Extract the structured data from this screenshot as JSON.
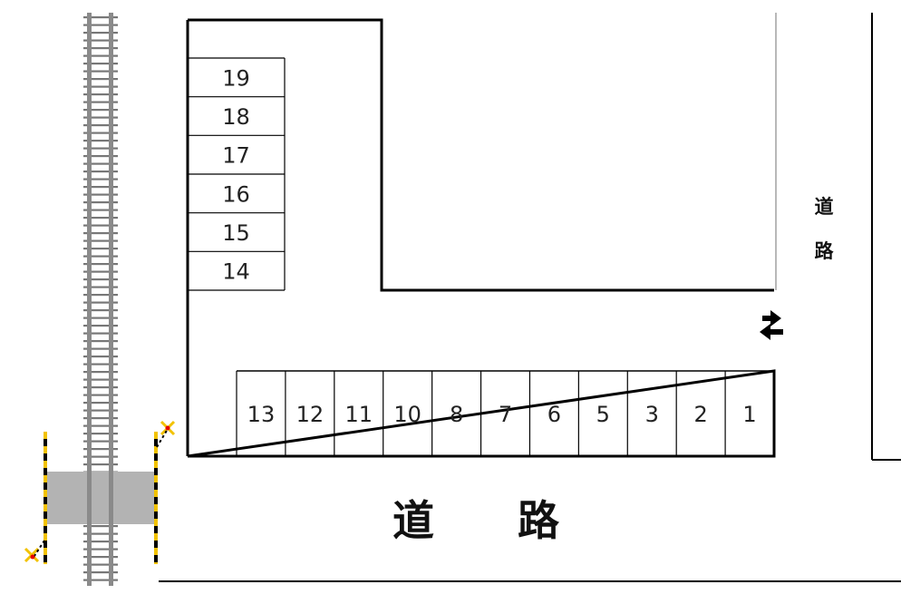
{
  "road_label_bottom": "道　　路",
  "road_label_right_top": "道",
  "road_label_right_bottom": "路",
  "parking": {
    "row_spaces": [
      "13",
      "12",
      "11",
      "10",
      "8",
      "7",
      "6",
      "5",
      "3",
      "2",
      "1"
    ],
    "column_spaces": [
      "19",
      "18",
      "17",
      "16",
      "15",
      "14"
    ]
  },
  "entrance_icon": "two-way-arrow-icon",
  "crossing_marker_icon": "crossing-x-icon",
  "colors": {
    "line": "#000000",
    "rail": "#8a8a8a",
    "crossing": "#b3b3b3",
    "barrier_yellow": "#f2c200",
    "barrier_black": "#000000"
  }
}
